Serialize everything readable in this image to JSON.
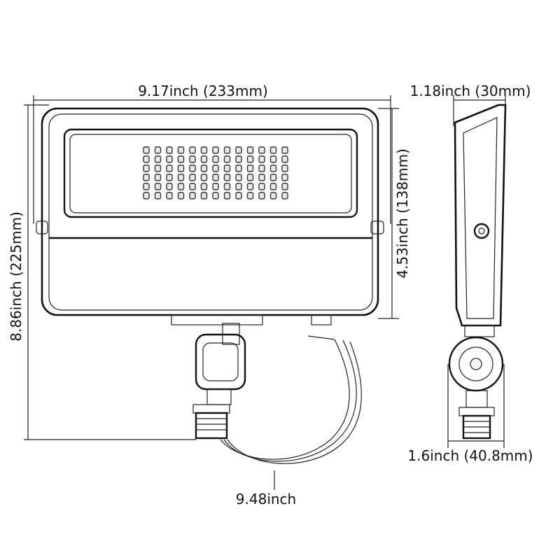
{
  "dimensions": {
    "width_label": "9.17inch (233mm)",
    "height_label": "8.86inch (225mm)",
    "head_height_label": "4.53inch (138mm)",
    "depth_label": "1.18inch (30mm)",
    "mount_width_label": "1.6inch (40.8mm)",
    "wire_length_label": "9.48inch"
  },
  "icons": {
    "front_view": "flood-light-front-icon",
    "side_view": "flood-light-side-icon"
  }
}
